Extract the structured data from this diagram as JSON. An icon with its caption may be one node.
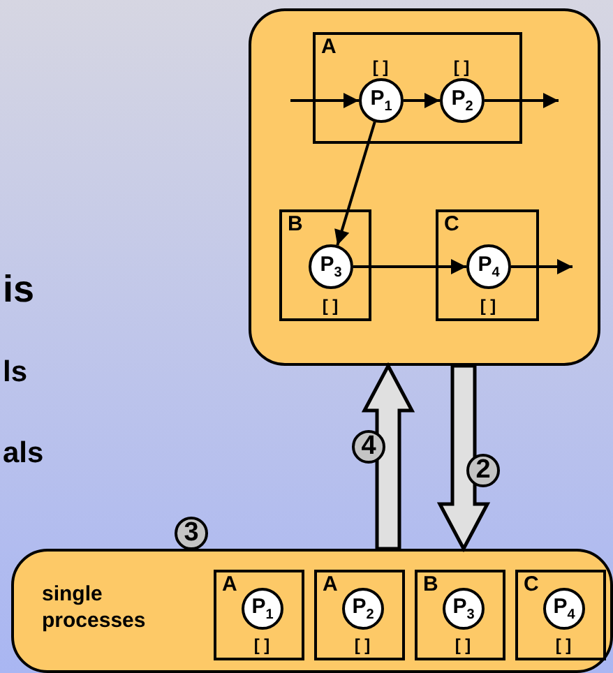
{
  "diagram": {
    "nodes": [
      {
        "text": [],
        "shape": "box"
      },
      {
        "text": [
          "A"
        ],
        "in": 0
      },
      {
        "text": [
          "P$_{1}$"
        ],
        "in": 1,
        "beside": [
          "[ ]"
        ]
      },
      {
        "text": [
          "P$_{2}$"
        ],
        "in": 1,
        "beside": [
          "[ ]"
        ]
      },
      {
        "text": [
          "B"
        ],
        "in": 0
      },
      {
        "text": [
          "P$_{3}$"
        ],
        "in": 4,
        "beside": [
          "[ ]"
        ]
      },
      {
        "text": [
          "C"
        ],
        "in": 0
      },
      {
        "text": [
          "P$_{4}$"
        ],
        "in": 6,
        "beside": [
          "[ ]"
        ]
      },
      {
        "text": [
          "single processes"
        ]
      },
      {
        "text": [
          "A"
        ],
        "in": 8
      },
      {
        "text": [
          "P$_{1}$"
        ],
        "in": 9,
        "beside": [
          "[ ]"
        ]
      },
      {
        "text": [
          "A"
        ],
        "in": 8
      },
      {
        "text": [
          "P$_{2}$"
        ],
        "in": 11,
        "beside": [
          "[ ]"
        ]
      },
      {
        "text": [
          "B"
        ],
        "in": 8
      },
      {
        "text": [
          "P$_{3}$"
        ],
        "in": 13,
        "beside": [
          "[ ]"
        ]
      },
      {
        "text": [
          "C"
        ],
        "in": 8
      },
      {
        "text": [
          "P$_{4}$"
        ],
        "in": 15,
        "beside": [
          "[ ]"
        ]
      }
    ],
    "edges": [
      {
        "from": null,
        "to": 2,
        "arrow": "to"
      },
      {
        "from": 2,
        "to": 3,
        "arrow": "to"
      },
      {
        "from": 3,
        "to": null,
        "arrow": "to"
      },
      {
        "from": 2,
        "to": 5,
        "arrow": "to"
      },
      {
        "from": 5,
        "to": 7,
        "arrow": "to"
      },
      {
        "from": 7,
        "to": null,
        "arrow": "to"
      },
      {
        "from": 8,
        "to": 0,
        "arrow": "to",
        "label": "4",
        "style": "thick"
      },
      {
        "from": 0,
        "to": 8,
        "arrow": "to",
        "label": "2",
        "style": "thick"
      }
    ],
    "labels": [
      "is",
      "ls",
      "als",
      "3"
    ]
  }
}
